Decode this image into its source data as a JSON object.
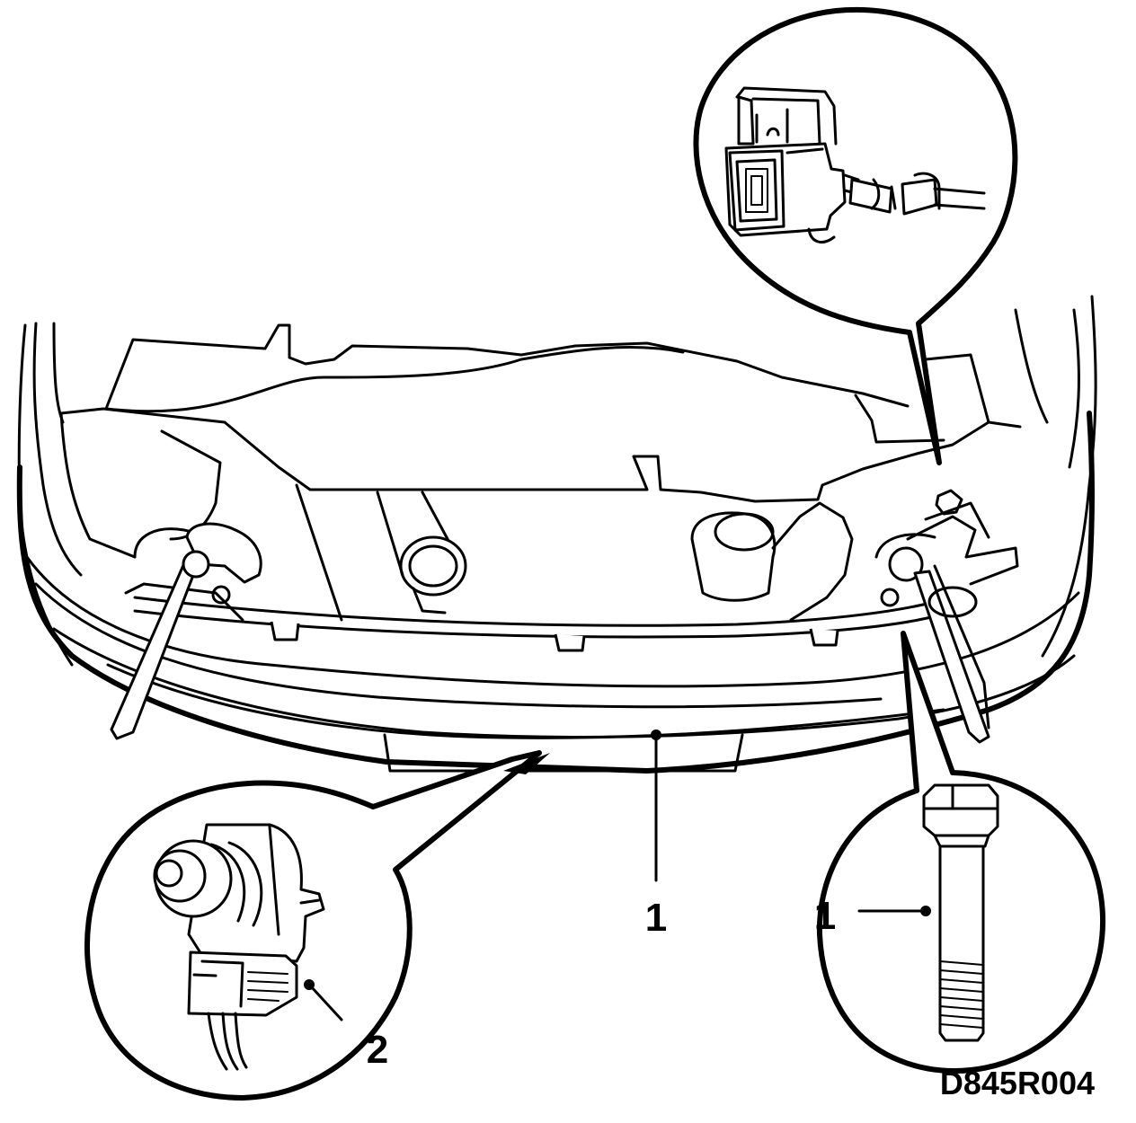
{
  "callouts": {
    "bumper_label": "1",
    "bolt_label": "1",
    "sensor_label": "2"
  },
  "figure_id": "D845R004"
}
